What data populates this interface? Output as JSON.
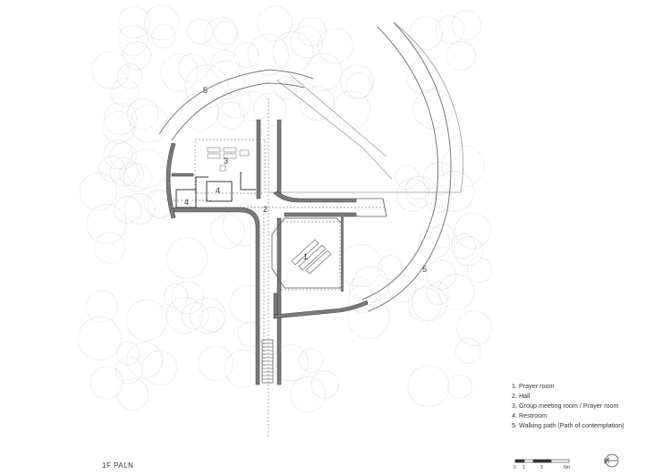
{
  "rooms": {
    "r1": "1",
    "r2": "2",
    "r3": "3",
    "r4a": "4",
    "r4b": "4",
    "r5a": "5",
    "r5b": "5"
  },
  "legend": {
    "items": [
      "1. Prayer room",
      "2. Hall",
      "3. Group meeting room / Prayer room",
      "4. Restroom",
      "5. Walking path (Path of contemplation)"
    ]
  },
  "title": "1F PALN",
  "scale": {
    "ticks": [
      "0",
      "1",
      "3",
      "6m"
    ]
  },
  "colors": {
    "wall": "#6e6e6e",
    "line": "#555555",
    "tree": "#d6d6d6"
  }
}
